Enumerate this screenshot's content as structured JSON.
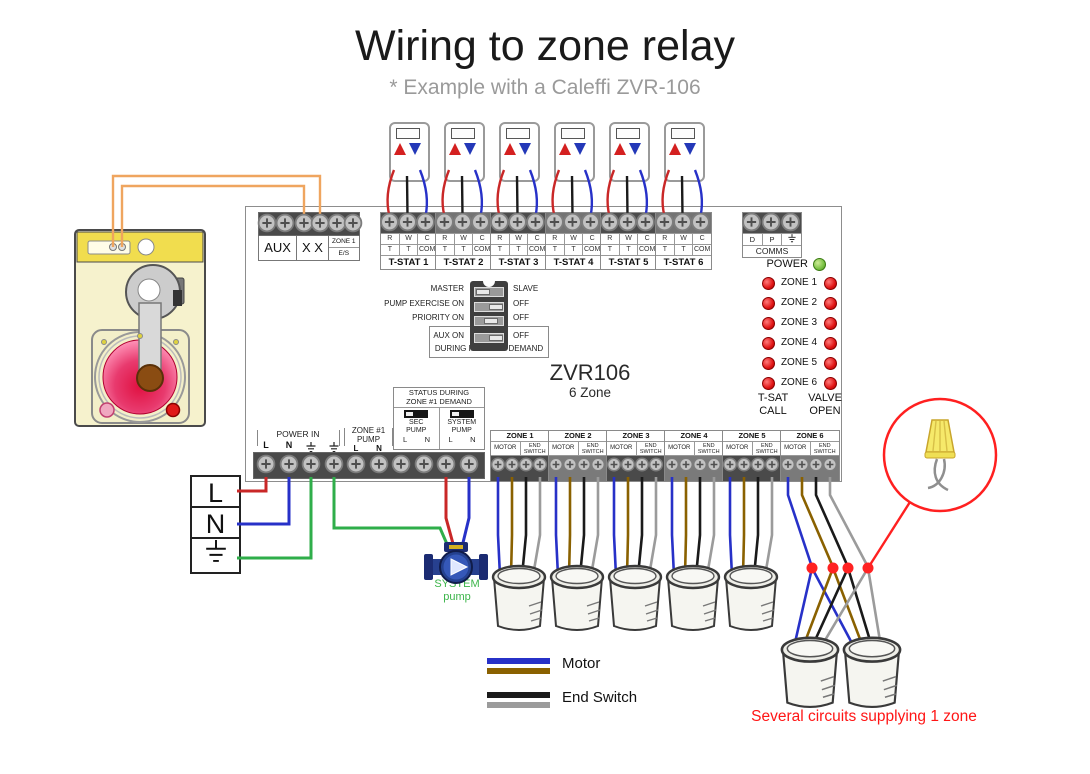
{
  "title": "Wiring to zone relay",
  "subtitle": "* Example with a Caleffi ZVR-106",
  "colors": {
    "wire-red": "#c92727",
    "wire-blue": "#2731c8",
    "wire-green": "#2fae4a",
    "wire-orange": "#efa55f",
    "wire-brown": "#8a6100",
    "wire-black": "#1a1a1a",
    "wire-gray": "#9b9b9b",
    "led-red": "#e01515",
    "led-green": "#79c143",
    "junction-red": "#ff2222",
    "note-red": "#ff1515",
    "pump-label-green": "#3cb54a",
    "tri-red": "#d42020",
    "tri-blue": "#2438b8"
  },
  "board": {
    "model": "ZVR106",
    "model_sub": "6 Zone",
    "aux": {
      "label": "AUX",
      "xx": "X X",
      "zone1": "ZONE 1",
      "es": "E/S"
    },
    "comms": {
      "d": "D",
      "p": "P",
      "label": "COMMS"
    },
    "power_led_label": "POWER",
    "tstat_strips": [
      {
        "pins": [
          "R",
          "W",
          "C"
        ],
        "pins2": [
          "T",
          "T",
          "COM"
        ],
        "label": "T-STAT 1"
      },
      {
        "pins": [
          "R",
          "W",
          "C"
        ],
        "pins2": [
          "T",
          "T",
          "COM"
        ],
        "label": "T-STAT 2"
      },
      {
        "pins": [
          "R",
          "W",
          "C"
        ],
        "pins2": [
          "T",
          "T",
          "COM"
        ],
        "label": "T-STAT 3"
      },
      {
        "pins": [
          "R",
          "W",
          "C"
        ],
        "pins2": [
          "T",
          "T",
          "COM"
        ],
        "label": "T-STAT 4"
      },
      {
        "pins": [
          "R",
          "W",
          "C"
        ],
        "pins2": [
          "T",
          "T",
          "COM"
        ],
        "label": "T-STAT 5"
      },
      {
        "pins": [
          "R",
          "W",
          "C"
        ],
        "pins2": [
          "T",
          "T",
          "COM"
        ],
        "label": "T-STAT 6"
      }
    ],
    "dip": {
      "rows": [
        {
          "left": "MASTER",
          "right": "SLAVE"
        },
        {
          "left": "PUMP EXERCISE ON",
          "right": "OFF"
        },
        {
          "left": "PRIORITY ON",
          "right": "OFF"
        },
        {
          "left": "AUX ON",
          "right": "OFF"
        }
      ],
      "box_label": "DURING PRIORITY DEMAND"
    },
    "zone_led_labels": [
      "ZONE 1",
      "ZONE 2",
      "ZONE 3",
      "ZONE 4",
      "ZONE 5",
      "ZONE 6"
    ],
    "led_col_left": {
      "line1": "T-SAT",
      "line2": "CALL"
    },
    "led_col_right": {
      "line1": "VALVE",
      "line2": "OPEN"
    },
    "status": {
      "line1": "STATUS DURING",
      "line2": "ZONE #1 DEMAND",
      "sec": {
        "line1": "SEC",
        "line2": "PUMP",
        "l": "L",
        "n": "N"
      },
      "sys": {
        "line1": "SYSTEM",
        "line2": "PUMP",
        "l": "L",
        "n": "N"
      }
    },
    "power_in": {
      "label": "POWER IN",
      "l": "L",
      "n": "N"
    },
    "zone1_pump": {
      "line1": "ZONE #1",
      "line2": "PUMP",
      "l": "L",
      "n": "N"
    },
    "zone_strips": [
      {
        "label": "ZONE 1",
        "motor": "MOTOR",
        "end1": "END",
        "end2": "SWITCH"
      },
      {
        "label": "ZONE 2",
        "motor": "MOTOR",
        "end1": "END",
        "end2": "SWITCH"
      },
      {
        "label": "ZONE 3",
        "motor": "MOTOR",
        "end1": "END",
        "end2": "SWITCH"
      },
      {
        "label": "ZONE 4",
        "motor": "MOTOR",
        "end1": "END",
        "end2": "SWITCH"
      },
      {
        "label": "ZONE 5",
        "motor": "MOTOR",
        "end1": "END",
        "end2": "SWITCH"
      },
      {
        "label": "ZONE 6",
        "motor": "MOTOR",
        "end1": "END",
        "end2": "SWITCH"
      }
    ]
  },
  "supply": {
    "live": "L",
    "neutral": "N"
  },
  "system_pump": {
    "line1": "SYSTEM",
    "line2": "pump"
  },
  "legend": {
    "motor": "Motor",
    "end_switch": "End Switch"
  },
  "note": "Several circuits supplying 1 zone",
  "icons": {
    "earth": "earth-ground-icon",
    "screw": "phillips-screw-icon",
    "wire_nut": "wire-nut-icon",
    "thermostat_up": "up-triangle-icon",
    "thermostat_down": "down-triangle-icon",
    "boiler": "boiler-icon",
    "pump": "circulator-pump-icon",
    "actuator": "zone-valve-actuator-icon"
  }
}
